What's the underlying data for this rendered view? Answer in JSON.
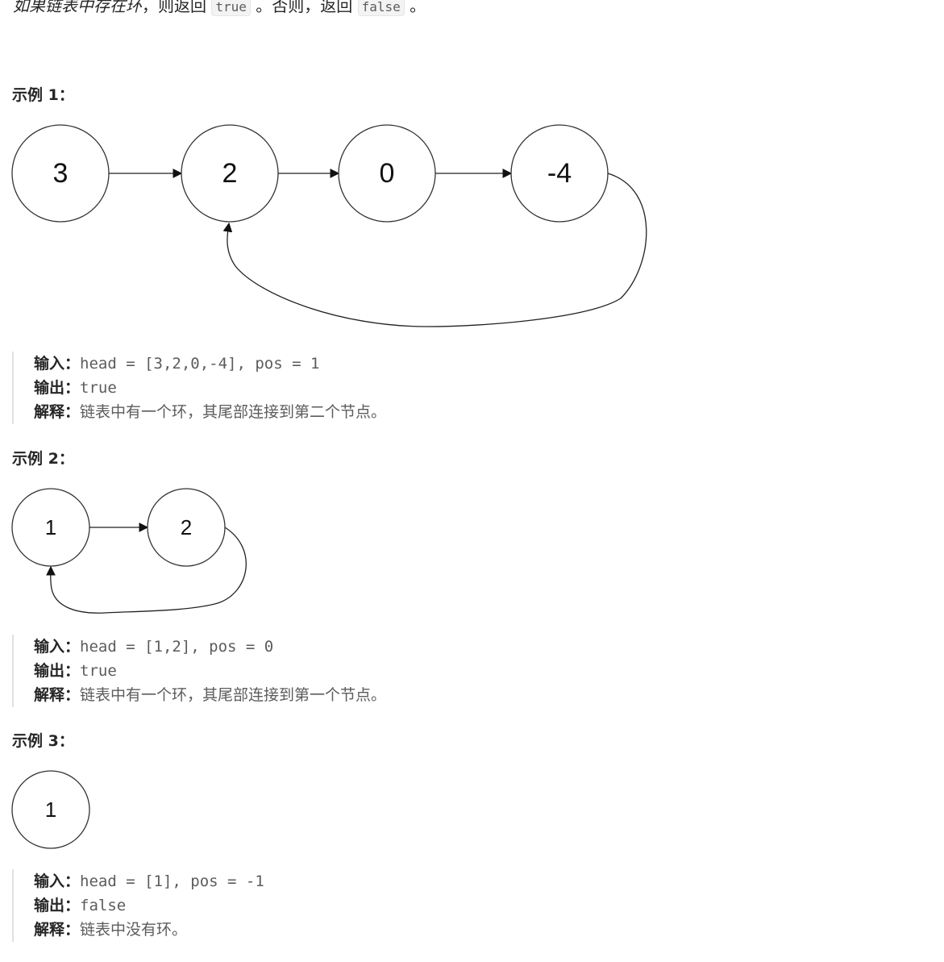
{
  "intro": {
    "prefix": "如果链表中存在环",
    "mid1": "，则返回",
    "code_true": "true",
    "mid2": "。否则，返回",
    "code_false": "false",
    "suffix": "。"
  },
  "labels": {
    "input": "输入：",
    "output": "输出：",
    "explain": "解释："
  },
  "examples": [
    {
      "heading": "示例 1：",
      "nodes": [
        "3",
        "2",
        "0",
        "-4"
      ],
      "input": "head = [3,2,0,-4], pos = 1",
      "output": "true",
      "explanation": "链表中有一个环，其尾部连接到第二个节点。"
    },
    {
      "heading": "示例 2：",
      "nodes": [
        "1",
        "2"
      ],
      "input": "head = [1,2], pos = 0",
      "output": "true",
      "explanation": "链表中有一个环，其尾部连接到第一个节点。"
    },
    {
      "heading": "示例 3：",
      "nodes": [
        "1"
      ],
      "input": "head = [1], pos = -1",
      "output": "false",
      "explanation": "链表中没有环。"
    }
  ]
}
